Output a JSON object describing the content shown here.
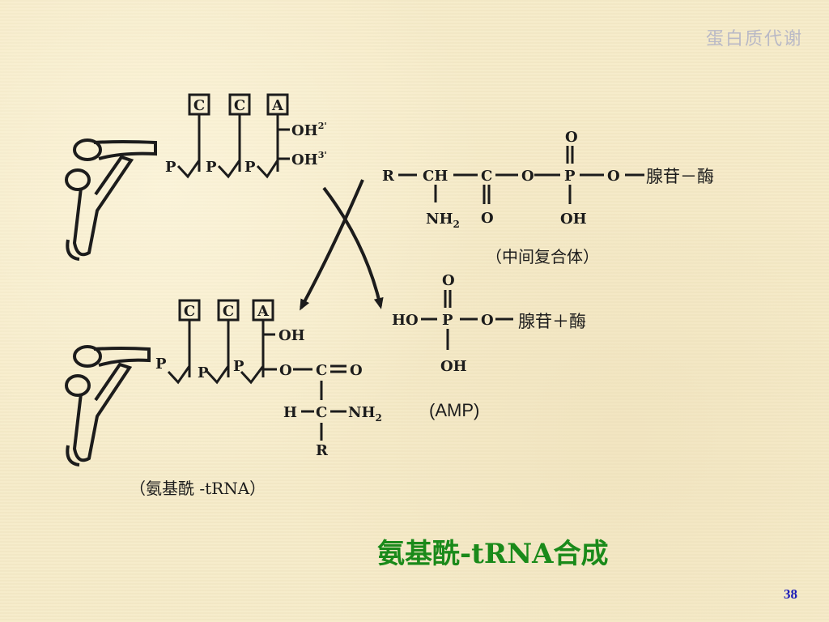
{
  "header": {
    "text": "蛋白质代谢"
  },
  "slide": {
    "title": "氨基酰-tRNA合成",
    "page": "38"
  },
  "diagram": {
    "top_trna": {
      "bases": [
        "C",
        "C",
        "A"
      ],
      "phosphates": [
        "P",
        "P",
        "P"
      ],
      "oh_upper": "OH",
      "oh_upper_sup": "2'",
      "oh_lower": "OH",
      "oh_lower_sup": "3'"
    },
    "intermediate": {
      "r": "R",
      "ch": "CH",
      "c": "C",
      "o": "O",
      "p": "P",
      "o_top": "O",
      "o_carbonyl": "O",
      "nh2": "NH",
      "nh2_sub": "2",
      "oh": "OH",
      "tail": "腺苷－酶",
      "caption": "（中间复合体）"
    },
    "bottom_trna": {
      "bases": [
        "C",
        "C",
        "A"
      ],
      "phosphates": [
        "P",
        "P",
        "P"
      ],
      "oh": "OH",
      "ester_o": "O",
      "ester_c": "C",
      "carbonyl_o": "O",
      "h": "H",
      "c_alpha": "C",
      "nh2": "NH",
      "nh2_sub": "2",
      "r": "R",
      "caption": "（氨基酰 -tRNA）"
    },
    "amp": {
      "ho": "HO",
      "p": "P",
      "o": "O",
      "o_top": "O",
      "oh": "OH",
      "tail": "腺苷＋酶",
      "label": "(AMP)"
    }
  }
}
